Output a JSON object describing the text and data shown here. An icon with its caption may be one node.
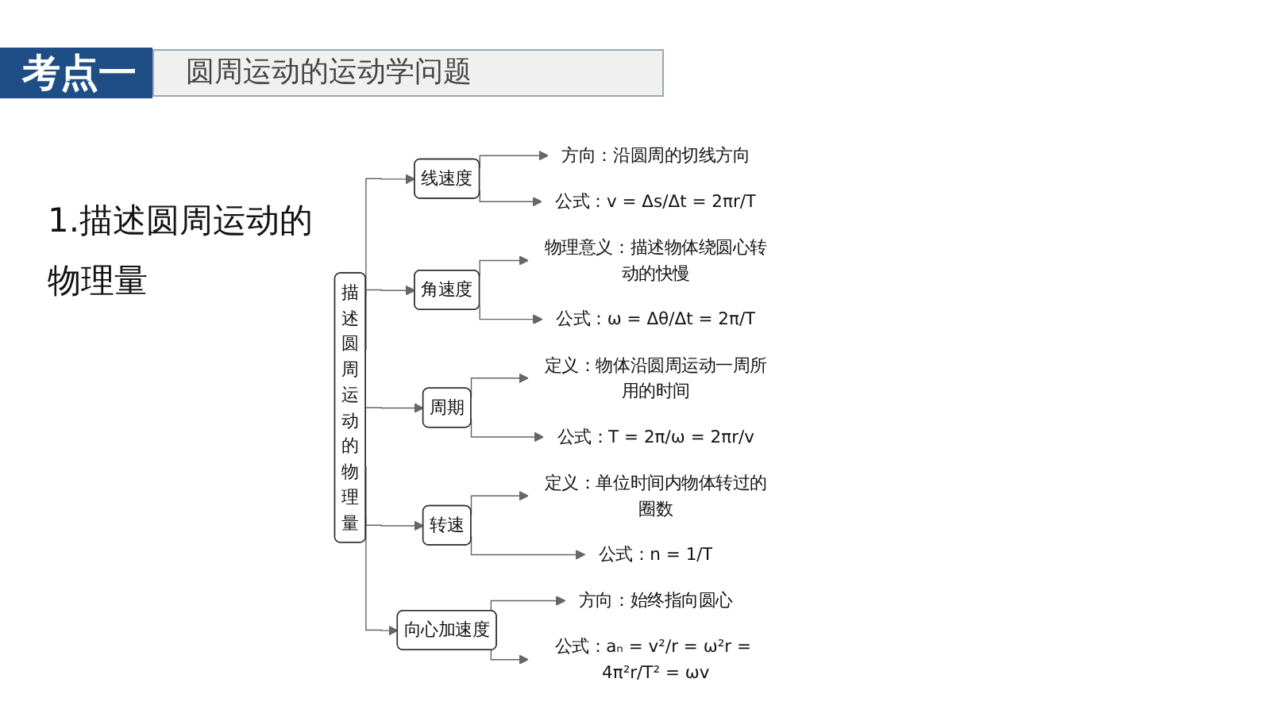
{
  "diagram": {
    "title": "圆周运动的运动学问题",
    "nodes": [
      {
        "text": [
          "描述圆周运动的物理量"
        ]
      },
      {
        "text": [
          "线速度"
        ]
      },
      {
        "text": [
          "角速度"
        ]
      },
      {
        "text": [
          "周期"
        ]
      },
      {
        "text": [
          "转速"
        ]
      },
      {
        "text": [
          "向心加速度"
        ]
      },
      {
        "text": [
          "方向：沿圆周的切线方向"
        ]
      },
      {
        "text": [
          "公式：v = Δs/Δt = 2πr/T"
        ]
      },
      {
        "text": [
          "物理意义：描述物体绕圆心转动的快慢"
        ]
      },
      {
        "text": [
          "公式：ω = Δθ/Δt = 2π/T"
        ]
      },
      {
        "text": [
          "定义：物体沿圆周运动一周所用的时间"
        ]
      },
      {
        "text": [
          "公式：T = 2π/ω = 2πr/v"
        ]
      },
      {
        "text": [
          "定义：单位时间内物体转过的圈数"
        ]
      },
      {
        "text": [
          "公式：n = 1/T"
        ]
      },
      {
        "text": [
          "方向：始终指向圆心"
        ]
      },
      {
        "text": [
          "公式：aₙ = v²/r = ω²r = 4π²r/T² = ωv"
        ]
      }
    ],
    "edges": [
      {
        "from": 0,
        "to": 1,
        "arrow": "to"
      },
      {
        "from": 0,
        "to": 2,
        "arrow": "to"
      },
      {
        "from": 0,
        "to": 3,
        "arrow": "to"
      },
      {
        "from": 0,
        "to": 4,
        "arrow": "to"
      },
      {
        "from": 0,
        "to": 5,
        "arrow": "to"
      },
      {
        "from": 1,
        "to": 6,
        "arrow": "to"
      },
      {
        "from": 1,
        "to": 7,
        "arrow": "to"
      },
      {
        "from": 2,
        "to": 8,
        "arrow": "to"
      },
      {
        "from": 2,
        "to": 9,
        "arrow": "to"
      },
      {
        "from": 3,
        "to": 10,
        "arrow": "to"
      },
      {
        "from": 3,
        "to": 11,
        "arrow": "to"
      },
      {
        "from": 4,
        "to": 12,
        "arrow": "to"
      },
      {
        "from": 4,
        "to": 13,
        "arrow": "to"
      },
      {
        "from": 5,
        "to": 14,
        "arrow": "to"
      },
      {
        "from": 5,
        "to": 15,
        "arrow": "to"
      }
    ],
    "labels": [
      "考点一",
      "1.描述圆周运动的物理量"
    ]
  }
}
